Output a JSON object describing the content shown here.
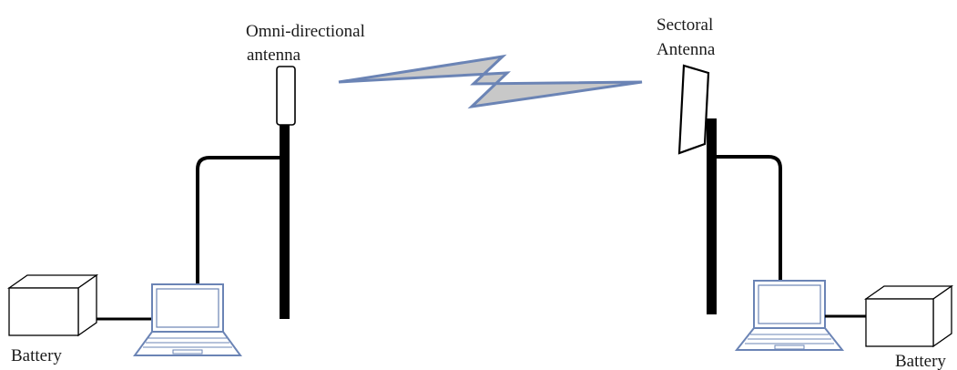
{
  "labels": {
    "omni_line1": "Omni-directional",
    "omni_line2": "antenna",
    "sector_line1": "Sectoral",
    "sector_line2": "Antenna",
    "battery_left": "Battery",
    "battery_right": "Battery"
  },
  "colors": {
    "link_fill": "#c8c8c8",
    "link_stroke": "#6b84b5",
    "laptop_stroke": "#6b84b5",
    "cable": "#000000",
    "mast": "#000000"
  }
}
